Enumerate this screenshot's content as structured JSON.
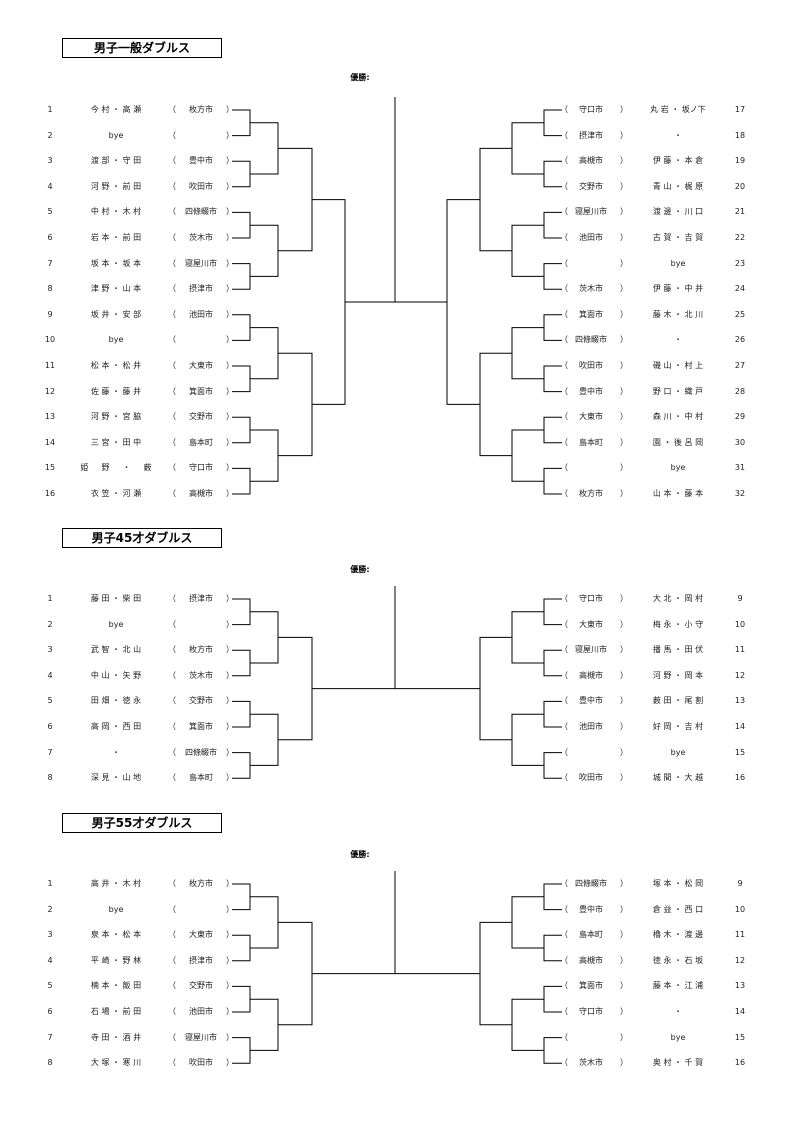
{
  "sections": [
    {
      "title": "男子一般ダブルス",
      "winner_label": "優勝:",
      "left": [
        {
          "num": "1",
          "name": "今 村 ・ 高 瀬",
          "club": "枚方市"
        },
        {
          "num": "2",
          "name": "bye",
          "club": ""
        },
        {
          "num": "3",
          "name": "渡 部 ・ 守 田",
          "club": "豊中市"
        },
        {
          "num": "4",
          "name": "河 野 ・ 前 田",
          "club": "吹田市"
        },
        {
          "num": "5",
          "name": "中 村 ・ 木 村",
          "club": "四條畷市"
        },
        {
          "num": "6",
          "name": "岩 本 ・ 前 田",
          "club": "茨木市"
        },
        {
          "num": "7",
          "name": "坂 本 ・ 坂 本",
          "club": "寝屋川市"
        },
        {
          "num": "8",
          "name": "津 野 ・ 山 本",
          "club": "摂津市"
        },
        {
          "num": "9",
          "name": "坂 井 ・ 安 部",
          "club": "池田市"
        },
        {
          "num": "10",
          "name": "bye",
          "club": ""
        },
        {
          "num": "11",
          "name": "松 本 ・ 松 井",
          "club": "大東市"
        },
        {
          "num": "12",
          "name": "佐 藤 ・ 藤 井",
          "club": "箕面市"
        },
        {
          "num": "13",
          "name": "河 野 ・ 宮 脇",
          "club": "交野市"
        },
        {
          "num": "14",
          "name": "三 宮 ・ 田 中",
          "club": "島本町"
        },
        {
          "num": "15",
          "name": "姫 　 野 　 ・ 　 薮",
          "club": "守口市"
        },
        {
          "num": "16",
          "name": "衣 笠 ・ 河 瀬",
          "club": "高槻市"
        }
      ],
      "right": [
        {
          "num": "17",
          "name": "丸 岩 ・ 坂ノ下",
          "club": "守口市"
        },
        {
          "num": "18",
          "name": "・",
          "club": "摂津市"
        },
        {
          "num": "19",
          "name": "伊 藤 ・ 本 倉",
          "club": "高槻市"
        },
        {
          "num": "20",
          "name": "青 山 ・ 梶 原",
          "club": "交野市"
        },
        {
          "num": "21",
          "name": "渡 邊 ・ 川 口",
          "club": "寝屋川市"
        },
        {
          "num": "22",
          "name": "古 賀 ・ 吉 賀",
          "club": "池田市"
        },
        {
          "num": "23",
          "name": "bye",
          "club": ""
        },
        {
          "num": "24",
          "name": "伊 藤 ・ 中 井",
          "club": "茨木市"
        },
        {
          "num": "25",
          "name": "藤 木 ・ 北 川",
          "club": "箕面市"
        },
        {
          "num": "26",
          "name": "・",
          "club": "四條畷市"
        },
        {
          "num": "27",
          "name": "磯 山 ・ 村 上",
          "club": "吹田市"
        },
        {
          "num": "28",
          "name": "野 口 ・ 織 戸",
          "club": "豊中市"
        },
        {
          "num": "29",
          "name": "森 川 ・ 中 村",
          "club": "大東市"
        },
        {
          "num": "30",
          "name": "園 ・ 後 呂 岡",
          "club": "島本町"
        },
        {
          "num": "31",
          "name": "bye",
          "club": ""
        },
        {
          "num": "32",
          "name": "山 本 ・ 藤 本",
          "club": "枚方市"
        }
      ]
    },
    {
      "title": "男子45才ダブルス",
      "winner_label": "優勝:",
      "left": [
        {
          "num": "1",
          "name": "藤 田 ・ 柴 田",
          "club": "摂津市"
        },
        {
          "num": "2",
          "name": "bye",
          "club": ""
        },
        {
          "num": "3",
          "name": "武 智 ・ 北 山",
          "club": "枚方市"
        },
        {
          "num": "4",
          "name": "中 山 ・ 矢 野",
          "club": "茨木市"
        },
        {
          "num": "5",
          "name": "田 畑 ・ 徳 永",
          "club": "交野市"
        },
        {
          "num": "6",
          "name": "高 岡 ・ 西 田",
          "club": "箕面市"
        },
        {
          "num": "7",
          "name": "・",
          "club": "四條畷市"
        },
        {
          "num": "8",
          "name": "深 見 ・ 山 地",
          "club": "島本町"
        }
      ],
      "right": [
        {
          "num": "9",
          "name": "大 北 ・ 岡 村",
          "club": "守口市"
        },
        {
          "num": "10",
          "name": "梅 永 ・ 小 守",
          "club": "大東市"
        },
        {
          "num": "11",
          "name": "播 馬 ・ 田 伏",
          "club": "寝屋川市"
        },
        {
          "num": "12",
          "name": "河 野 ・ 岡 本",
          "club": "高槻市"
        },
        {
          "num": "13",
          "name": "薮 田 ・ 尾 割",
          "club": "豊中市"
        },
        {
          "num": "14",
          "name": "好 岡 ・ 吉 村",
          "club": "池田市"
        },
        {
          "num": "15",
          "name": "bye",
          "club": ""
        },
        {
          "num": "16",
          "name": "城 間 ・ 大 越",
          "club": "吹田市"
        }
      ]
    },
    {
      "title": "男子55才ダブルス",
      "winner_label": "優勝:",
      "left": [
        {
          "num": "1",
          "name": "高 井 ・ 木 村",
          "club": "枚方市"
        },
        {
          "num": "2",
          "name": "bye",
          "club": ""
        },
        {
          "num": "3",
          "name": "泉 本 ・ 松 本",
          "club": "大東市"
        },
        {
          "num": "4",
          "name": "平 崎 ・ 野 林",
          "club": "摂津市"
        },
        {
          "num": "5",
          "name": "楠 本 ・ 飯 田",
          "club": "交野市"
        },
        {
          "num": "6",
          "name": "石 場 ・ 前 田",
          "club": "池田市"
        },
        {
          "num": "7",
          "name": "寺 田 ・ 酒 井",
          "club": "寝屋川市"
        },
        {
          "num": "8",
          "name": "大 塚 ・ 寒 川",
          "club": "吹田市"
        }
      ],
      "right": [
        {
          "num": "9",
          "name": "塚 本 ・ 松 岡",
          "club": "四條畷市"
        },
        {
          "num": "10",
          "name": "倉 益 ・ 西 口",
          "club": "豊中市"
        },
        {
          "num": "11",
          "name": "櫓 木 ・ 渡 邊",
          "club": "島本町"
        },
        {
          "num": "12",
          "name": "徳 永 ・ 石 坂",
          "club": "高槻市"
        },
        {
          "num": "13",
          "name": "藤 本 ・ 江 浦",
          "club": "箕面市"
        },
        {
          "num": "14",
          "name": "・",
          "club": "守口市"
        },
        {
          "num": "15",
          "name": "bye",
          "club": ""
        },
        {
          "num": "16",
          "name": "奥 村 ・ 千 賀",
          "club": "茨木市"
        }
      ]
    }
  ],
  "paren_open": "（",
  "paren_close": "）"
}
